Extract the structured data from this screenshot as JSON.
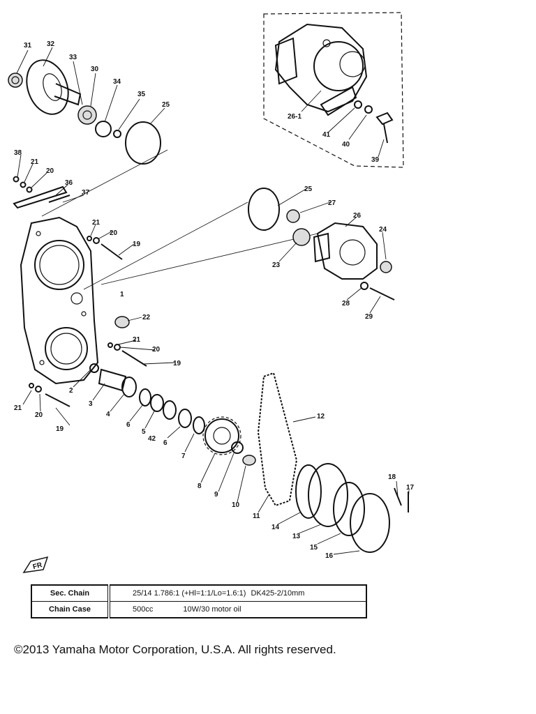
{
  "diagram": {
    "part_numbers": [
      "1",
      "2",
      "3",
      "4",
      "5",
      "6",
      "7",
      "8",
      "9",
      "10",
      "11",
      "12",
      "13",
      "14",
      "15",
      "16",
      "17",
      "18",
      "19",
      "20",
      "21",
      "22",
      "23",
      "24",
      "25",
      "26",
      "27",
      "28",
      "29",
      "30",
      "31",
      "32",
      "33",
      "34",
      "35",
      "36",
      "37",
      "38",
      "39",
      "40",
      "41",
      "42",
      "26-1"
    ]
  },
  "spec_table": {
    "rows": [
      {
        "key": "Sec. Chain",
        "value_a": "25/14 1.786:1 (+Hl=1:1/Lo=1.6:1)",
        "value_b": "DK425-2/10mm"
      },
      {
        "key": "Chain Case",
        "value_a": "500cc",
        "value_b": "10W/30 motor oil"
      }
    ]
  },
  "front_mark": "FR",
  "copyright": "©2013 Yamaha Motor Corporation, U.S.A. All rights reserved."
}
